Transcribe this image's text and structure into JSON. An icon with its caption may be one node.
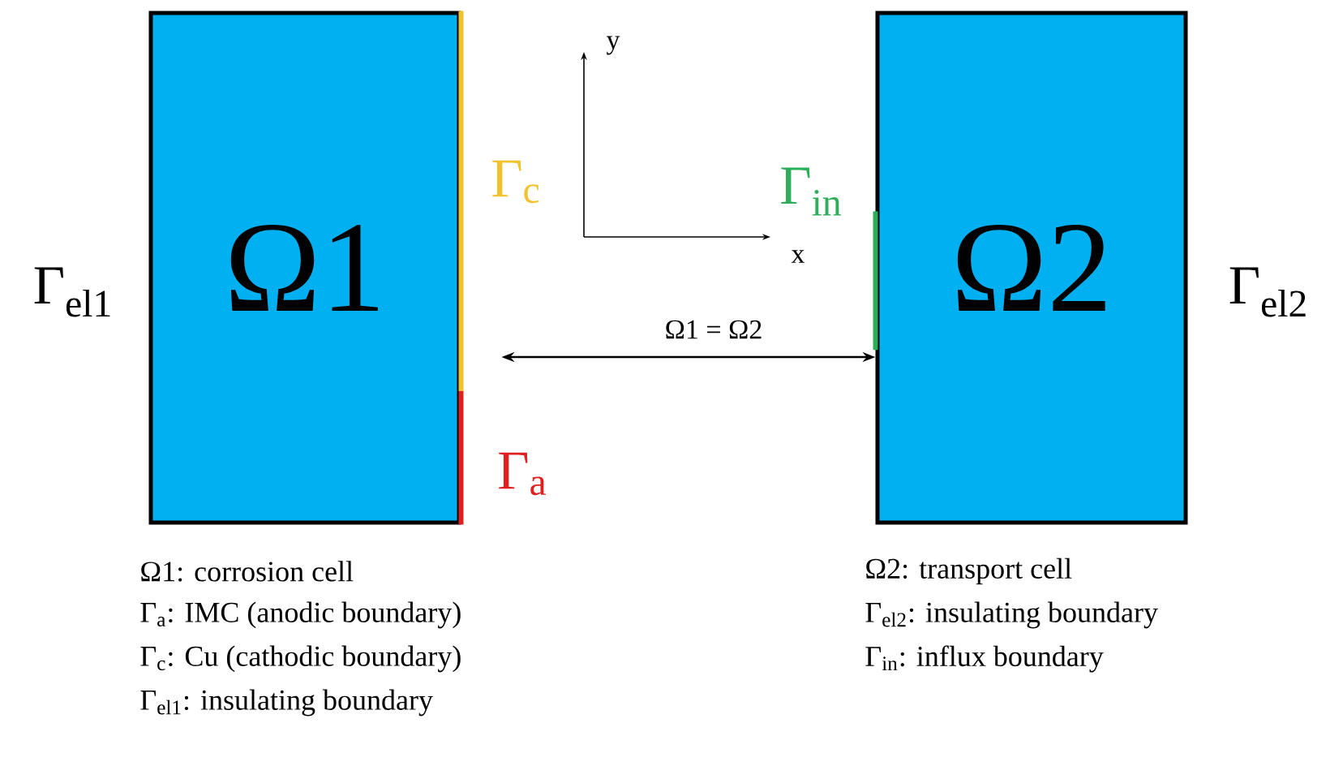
{
  "diagram": {
    "nodes": [
      {
        "text": [
          "Ω1"
        ]
      },
      {
        "text": [
          "Ω2"
        ]
      }
    ],
    "edges": [
      {
        "from": 0,
        "to": 1,
        "arrow": "both",
        "label": "Ω1 = Ω2"
      }
    ],
    "labels": [
      "Γ$_{el1}$",
      "Γ$_{c}$",
      "y",
      "x",
      "Γ$_{in}$",
      "Γ$_{el2}$",
      "Γ$_{a}$",
      "Ω1: corrosion cell",
      "Γ$_{a}$: IMC (anodic boundary)",
      "Γ$_{c}$: Cu (cathodic boundary)",
      "Γ$_{el1}$: insulating boundary",
      "Ω2: transport cell",
      "Γ$_{el2}$: insulating boundary",
      "Γ$_{in}$: influx boundary"
    ]
  }
}
